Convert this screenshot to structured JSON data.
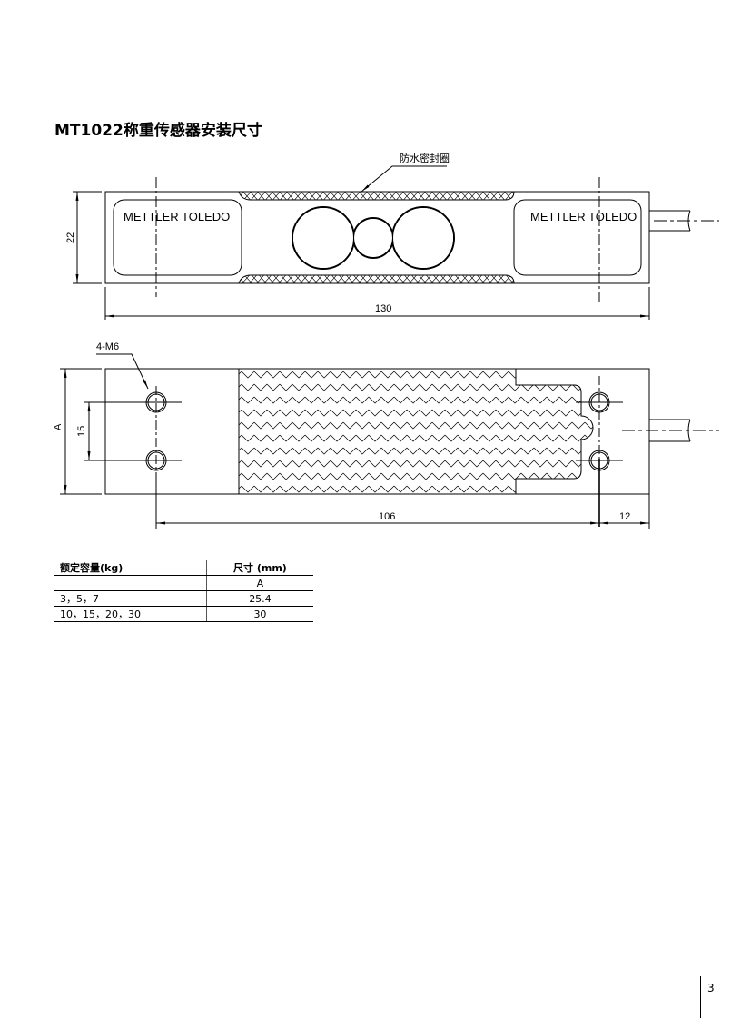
{
  "title": "MT1022称重传感器安装尺寸",
  "top_view": {
    "seal_label": "防水密封圈",
    "brand_left": "METTLER TOLEDO",
    "brand_right": "METTLER TOLEDO",
    "dim_height": "22",
    "dim_length": "130"
  },
  "bottom_view": {
    "hole_label": "4-M6",
    "dim_a": "A",
    "dim_hole_spacing": "15",
    "dim_hole_distance": "106",
    "dim_end": "12"
  },
  "table": {
    "headers": [
      "额定容量(kg)",
      "尺寸 (mm)"
    ],
    "subheader": [
      "",
      "A"
    ],
    "rows": [
      [
        "3，5，7",
        "25.4"
      ],
      [
        "10，15，20，30",
        "30"
      ]
    ]
  },
  "page_number": "3"
}
